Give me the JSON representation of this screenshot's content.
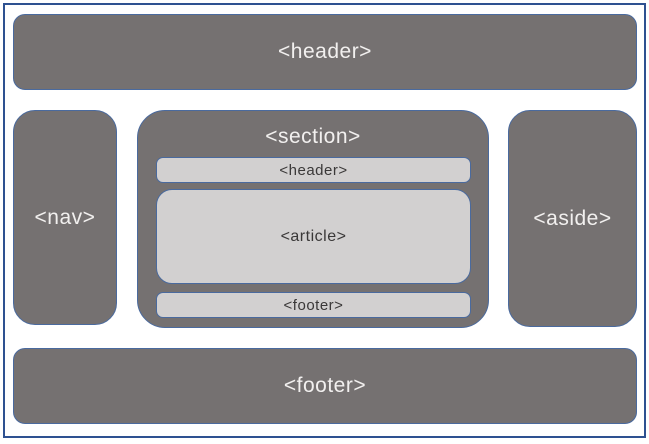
{
  "colors": {
    "background": "#ffffff",
    "frame_border": "#2e5191",
    "box_fill": "#757171",
    "box_border": "#4a6a9e",
    "inner_box_fill": "#d2d0d0",
    "label_on_gray": "#f2f0ef",
    "label_on_light": "#3a3838"
  },
  "diagram": {
    "header": {
      "label": "<header>"
    },
    "nav": {
      "label": "<nav>"
    },
    "section": {
      "label": "<section>",
      "inner_header": {
        "label": "<header>"
      },
      "article": {
        "label": "<article>"
      },
      "inner_footer": {
        "label": "<footer>"
      }
    },
    "aside": {
      "label": "<aside>"
    },
    "footer": {
      "label": "<footer>"
    }
  }
}
